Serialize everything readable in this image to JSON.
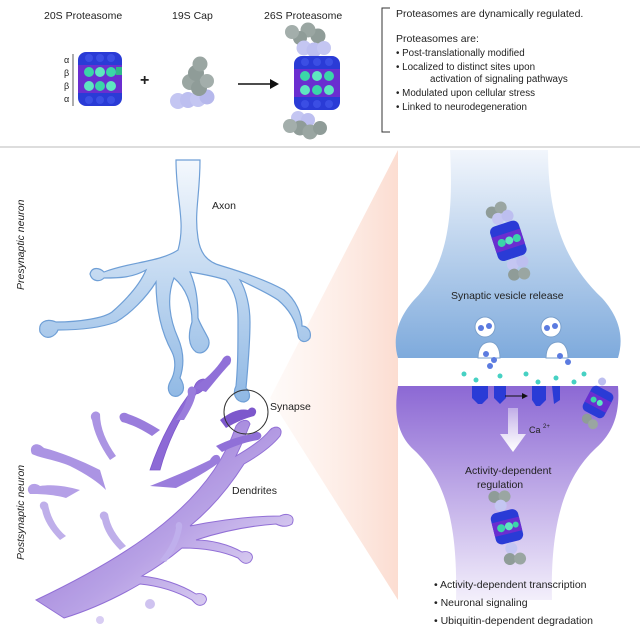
{
  "top": {
    "label_20s": "20S Proteasome",
    "label_19s": "19S Cap",
    "label_26s": "26S Proteasome",
    "plus": "+",
    "subunits": [
      "α",
      "β",
      "β",
      "α"
    ]
  },
  "info": {
    "title": "Proteasomes are dynamically regulated.",
    "subtitle": "Proteasomes are:",
    "bullets": [
      "• Post-translationally modified",
      "• Localized to distinct sites upon",
      "activation of signaling pathways",
      "• Modulated upon cellular stress",
      "• Linked to neurodegeneration"
    ]
  },
  "neuron": {
    "presynaptic": "Presynaptic neuron",
    "postsynaptic": "Postsynaptic neuron",
    "axon": "Axon",
    "synapse": "Synapse",
    "dendrites": "Dendrites"
  },
  "zoom": {
    "vesicle_release": "Synaptic vesicle release",
    "calcium": "Ca",
    "calcium_sup": "2+",
    "activity_1": "Activity-dependent",
    "activity_2": "regulation"
  },
  "outcomes": [
    "• Activity-dependent transcription",
    "• Neuronal signaling",
    "• Ubiquitin-dependent degradation"
  ],
  "colors": {
    "pre_light": "#e6eff9",
    "pre_dark": "#7aa9dc",
    "post_light": "#ece6f7",
    "post_dark": "#8c68d4",
    "proteasome_blue": "#2a3bd6",
    "proteasome_purple": "#6a2ed0",
    "proteasome_green": "#3ad6a8",
    "cap_grey": "#8f9c98",
    "cap_lilac": "#bdbff0"
  }
}
